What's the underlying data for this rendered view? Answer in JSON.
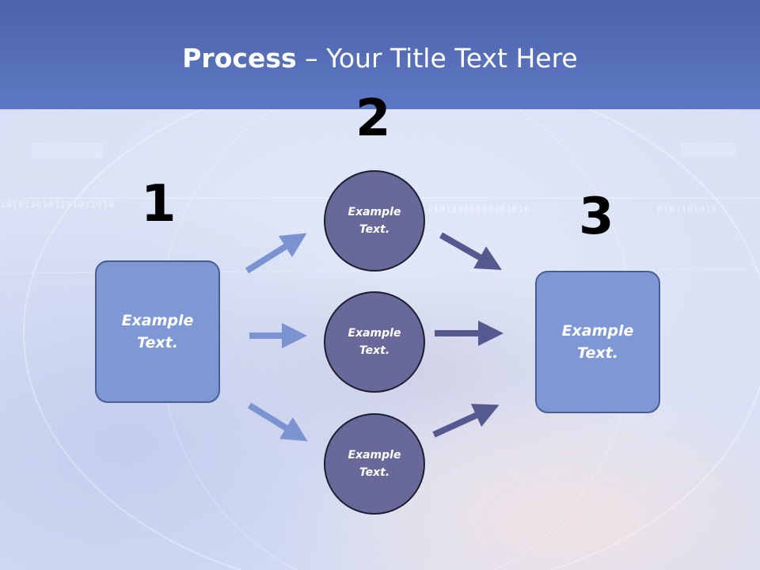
{
  "slide": {
    "title_bold": "Process",
    "title_rest": " – Your Title Text Here"
  },
  "steps": {
    "n1": "1",
    "n2": "2",
    "n3": "3"
  },
  "nodes": {
    "left_box": "Example Text.",
    "circle_top": "Example Text.",
    "circle_middle": "Example Text.",
    "circle_bottom": "Example Text.",
    "right_box": "Example Text."
  },
  "background_text": {
    "binary_left": "1010110101101011010",
    "binary_right": "11011010101101010",
    "binary_far": "0101101011"
  },
  "colors": {
    "header": "#566fb8",
    "box_fill": "#7d98d4",
    "circle_fill": "#68699a",
    "arrow_light": "#7b93d0",
    "arrow_dark": "#54598f"
  }
}
